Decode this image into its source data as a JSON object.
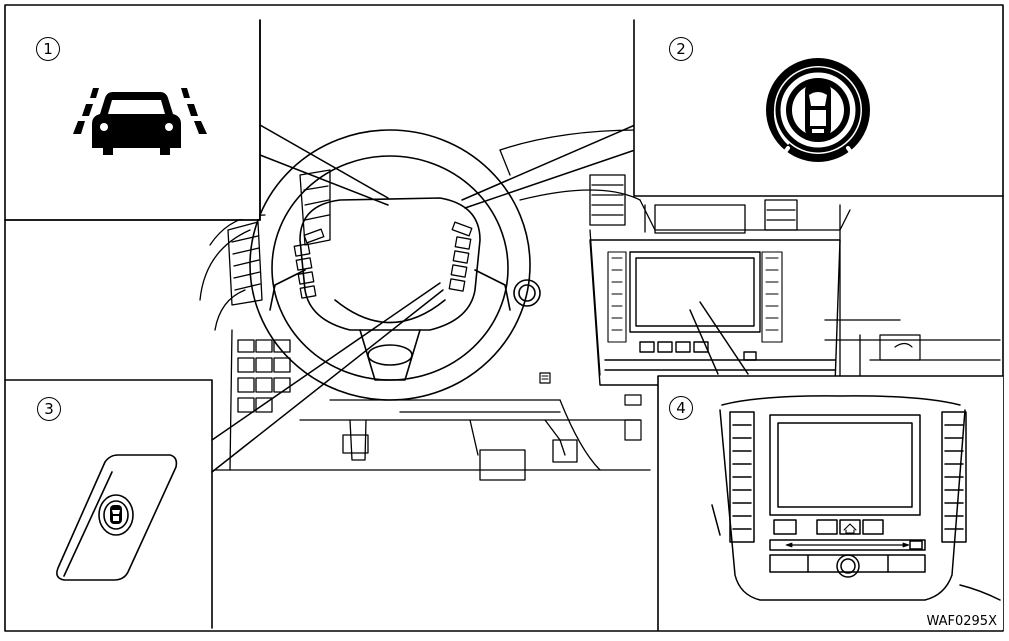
{
  "callouts": {
    "c1": "1",
    "c2": "2",
    "c3": "3",
    "c4": "4"
  },
  "figure_code": "WAF0295X",
  "icons": {
    "c1": "lane-departure-warning-icon",
    "c2": "vehicle-surround-sensor-icon",
    "c3": "switch-button-icon",
    "c4": "center-display-panel"
  },
  "colors": {
    "line": "#000000",
    "background": "#ffffff"
  }
}
